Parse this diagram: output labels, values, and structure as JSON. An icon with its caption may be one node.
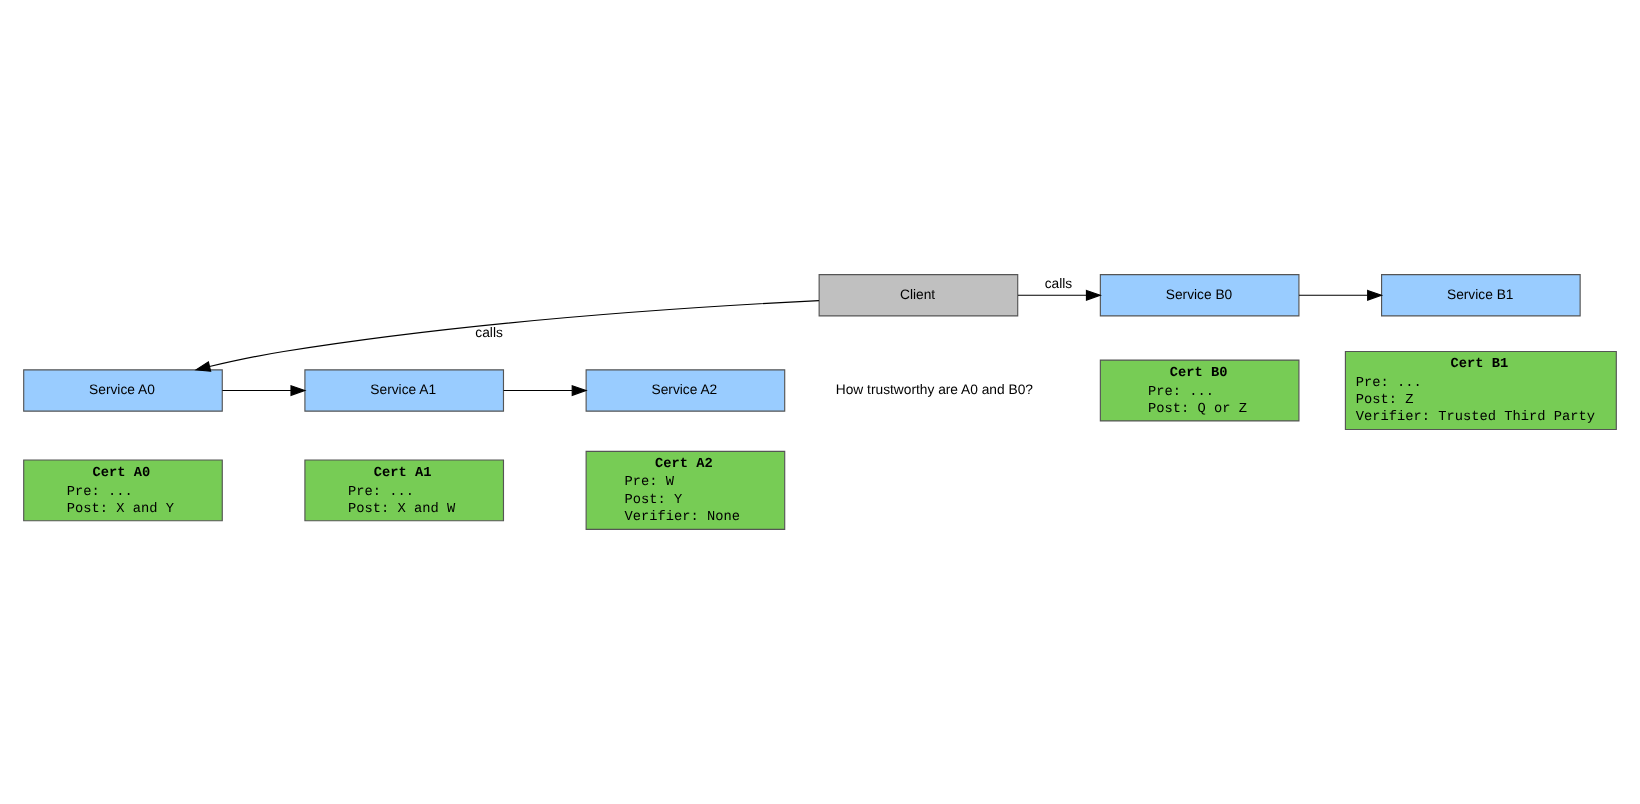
{
  "diagram": {
    "nodes": [
      {
        "text": [
          "Client"
        ]
      },
      {
        "text": [
          "Service B0"
        ]
      },
      {
        "text": [
          "Cert B0",
          "Pre: ...",
          "Post: Q or Z"
        ]
      },
      {
        "text": [
          "Service B1"
        ]
      },
      {
        "text": [
          "Cert B1",
          "Pre: ...",
          "Post: Z",
          "Verifier: Trusted Third Party"
        ]
      },
      {
        "text": [
          "Service A0"
        ]
      },
      {
        "text": [
          "Cert A0",
          "Pre: ...",
          "Post: X and Y"
        ]
      },
      {
        "text": [
          "Service A1"
        ]
      },
      {
        "text": [
          "Cert A1",
          "Pre: ...",
          "Post: X and W"
        ]
      },
      {
        "text": [
          "Service A2"
        ]
      },
      {
        "text": [
          "Cert A2",
          "Pre: W",
          "Post: Y",
          "Verifier: None"
        ]
      }
    ],
    "edges": [
      {
        "from": 0,
        "to": 1,
        "arrow": "to",
        "label": "calls"
      },
      {
        "from": 0,
        "to": 5,
        "arrow": "to",
        "label": "calls"
      },
      {
        "from": 1,
        "to": 3,
        "arrow": "to"
      },
      {
        "from": 5,
        "to": 7,
        "arrow": "to"
      },
      {
        "from": 7,
        "to": 9,
        "arrow": "to"
      }
    ],
    "labels": [
      "How trustworthy are A0 and B0?"
    ]
  }
}
